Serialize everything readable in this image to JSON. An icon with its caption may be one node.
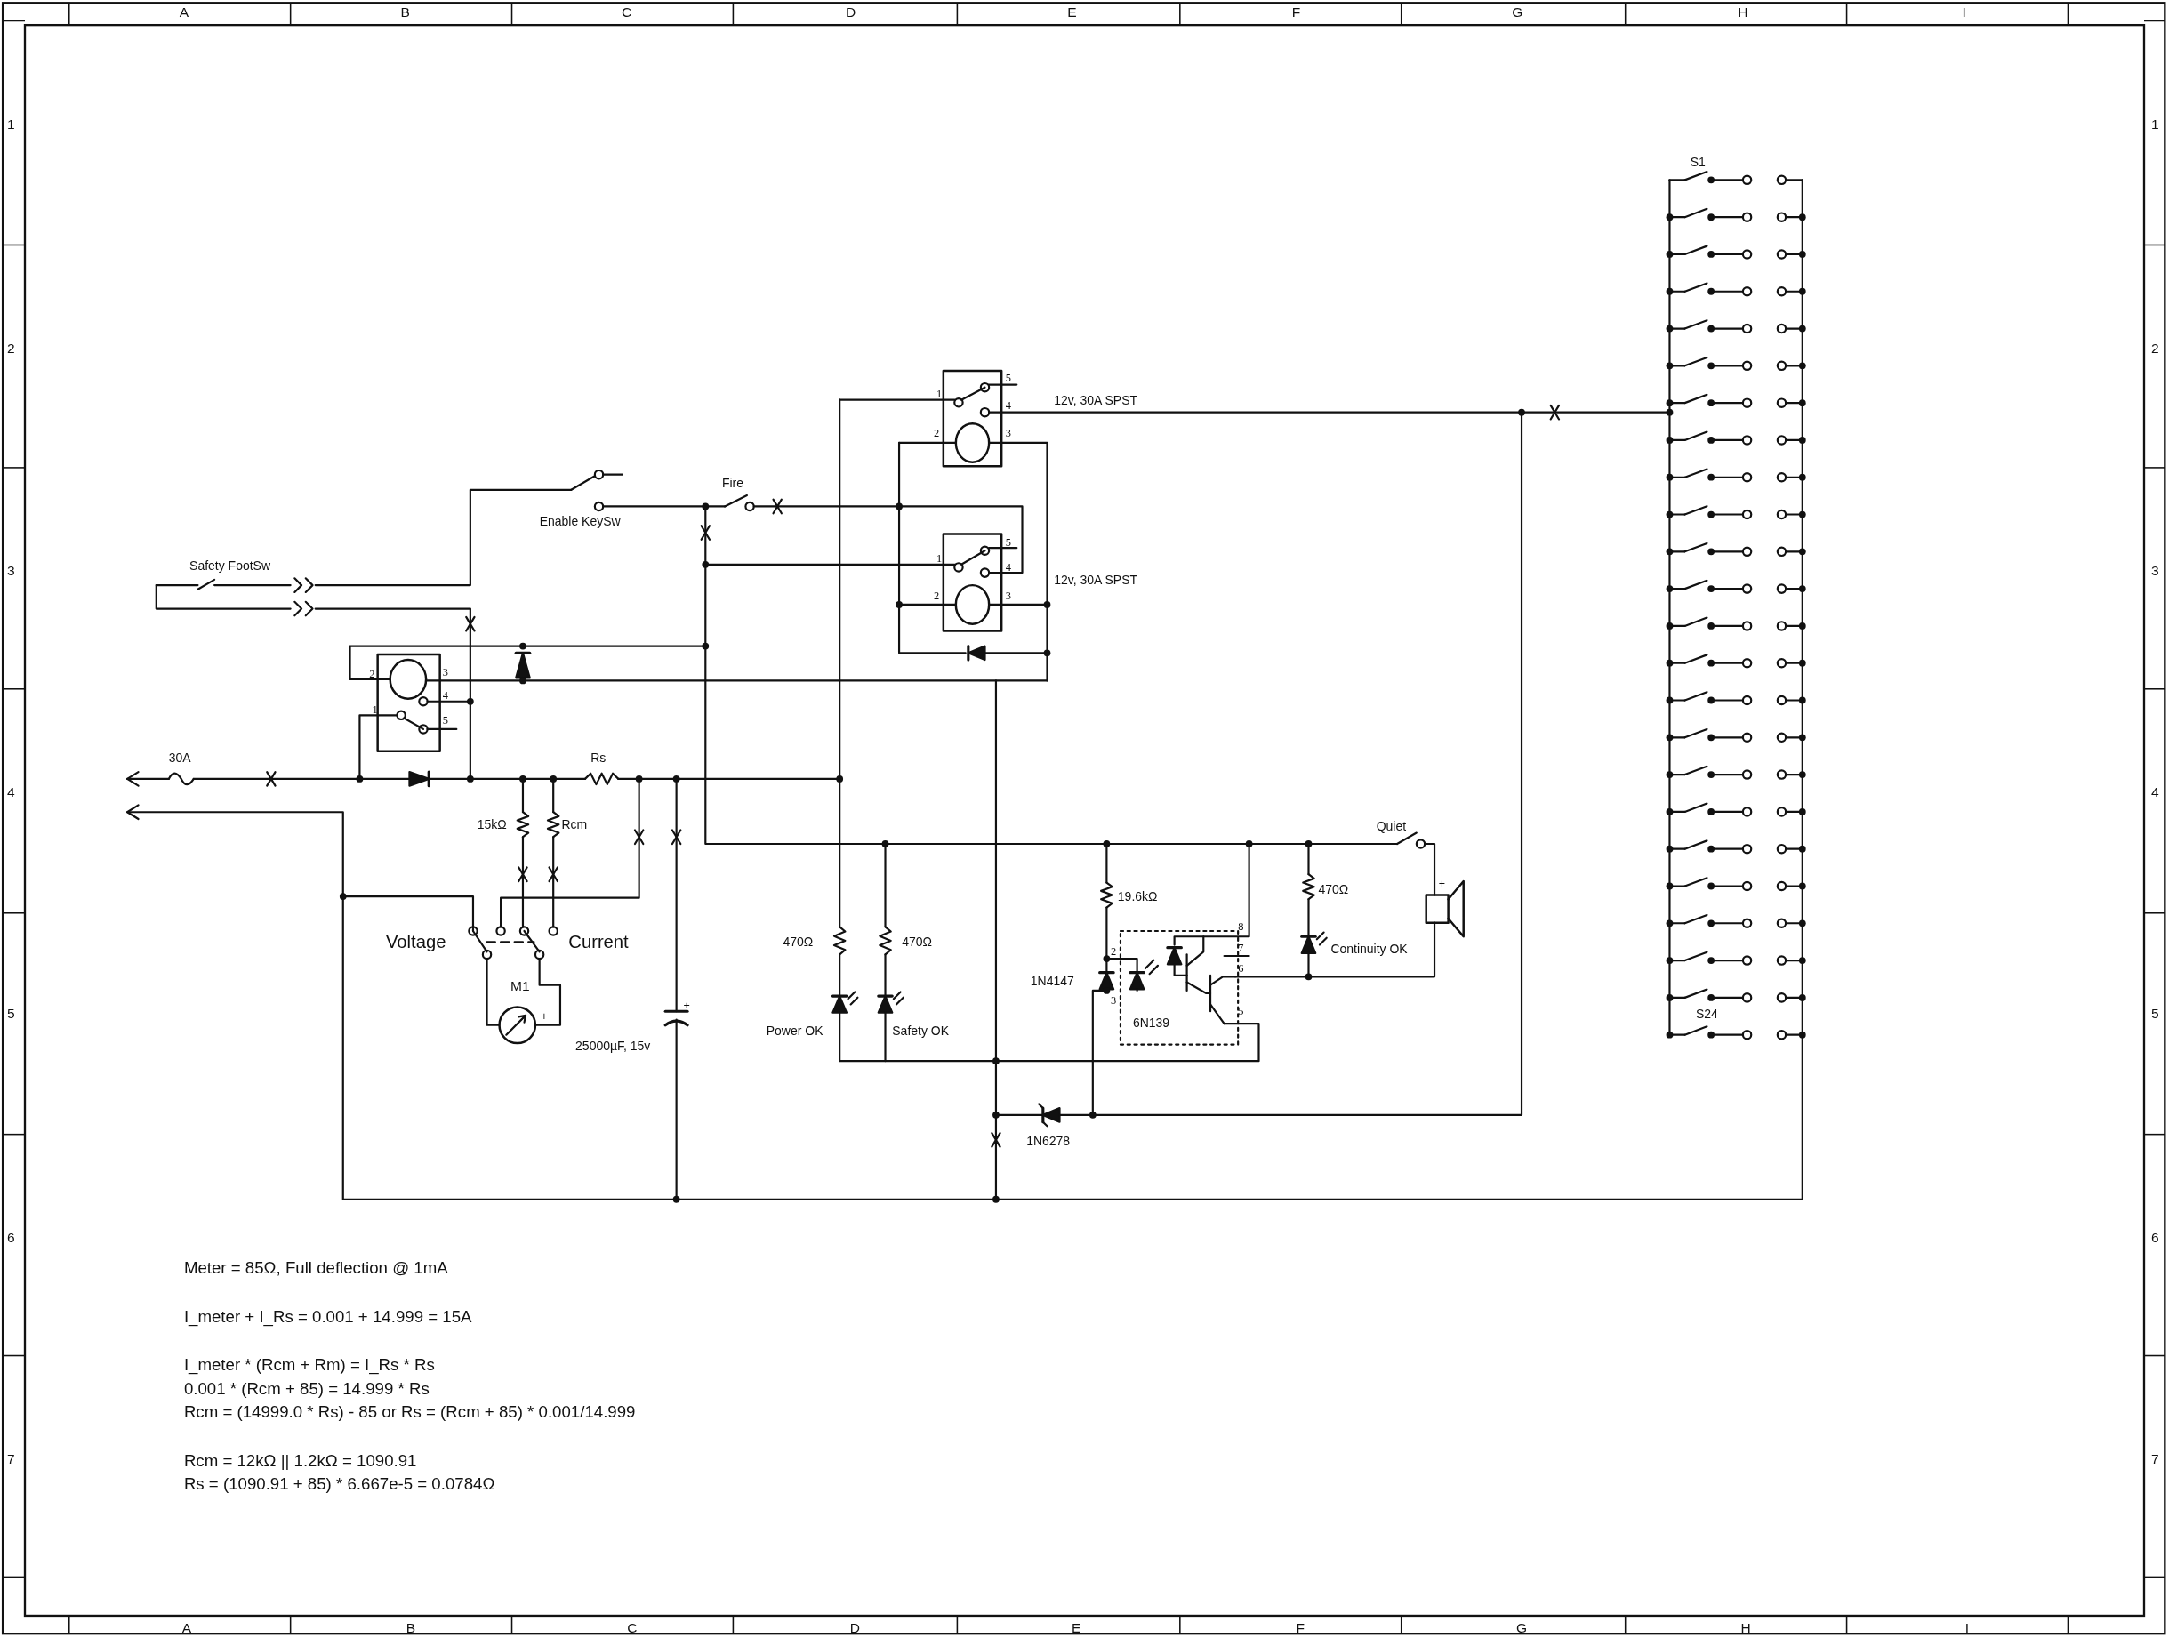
{
  "diagram": {
    "labels": [
      "A",
      "B",
      "C",
      "D",
      "E",
      "F",
      "G",
      "H",
      "I",
      "1",
      "2",
      "3",
      "4",
      "5",
      "6",
      "7",
      "1",
      "2",
      "3",
      "4",
      "5",
      "6",
      "7",
      "S1",
      "5",
      "1",
      "4",
      "12v, 30A SPST",
      "2",
      "3",
      "Fire",
      "Enable KeySw",
      "5",
      "1",
      "Safety FootSw",
      "4",
      "12v, 30A SPST",
      "2",
      "3",
      "2",
      "3",
      "4",
      "1",
      "5",
      "30A",
      "Rs",
      "15kΩ",
      "Rcm",
      "Quiet",
      "+",
      "470Ω",
      "19.6kΩ",
      "8",
      "470Ω",
      "470Ω",
      "Voltage",
      "Current",
      "7",
      "2",
      "6",
      "Continuity OK",
      "1N4147",
      "M1",
      "3",
      "+",
      "+",
      "5",
      "6N139",
      "S24",
      "Power OK",
      "Safety OK",
      "25000µF, 15v",
      "1N6278",
      "Meter = 85Ω, Full deflection @ 1mA",
      "I_meter + I_Rs = 0.001 + 14.999 = 15A",
      "I_meter * (Rcm + Rm) = I_Rs * Rs",
      "0.001 * (Rcm + 85) = 14.999 * Rs",
      "Rcm = (14999.0 * Rs) - 85 or Rs = (Rcm + 85) * 0.001/14.999",
      "Rcm = 12kΩ || 1.2kΩ = 1090.91",
      "Rs = (1090.91 + 85) * 6.667e-5 = 0.0784Ω",
      "A",
      "B",
      "C",
      "D",
      "E",
      "F",
      "G",
      "H",
      "I"
    ]
  }
}
